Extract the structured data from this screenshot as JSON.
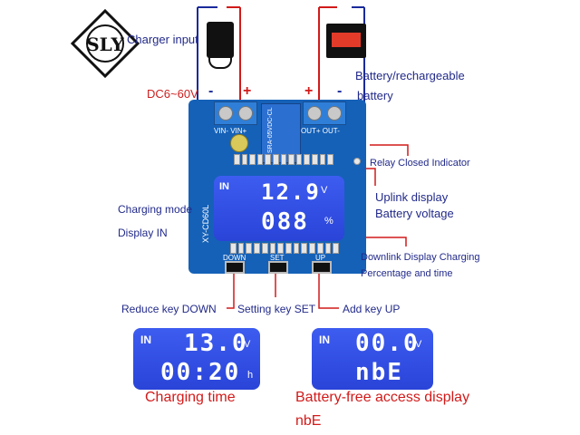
{
  "logo": {
    "text": "SLY"
  },
  "top_labels": {
    "charger_input": "Charger input",
    "battery": "Battery/rechargeable",
    "battery2": "battery",
    "voltage_range": "DC6~60V",
    "minus_left": "-",
    "plus_left": "+",
    "plus_right": "+",
    "minus_right": "-"
  },
  "board": {
    "term_left": "VIN- VIN+",
    "term_right": "OUT+ OUT-",
    "relay_text": "SRA-05VDC-CL",
    "model": "XY-CD60L",
    "btn_down": "DOWN",
    "btn_set": "SET",
    "btn_up": "UP",
    "lcd_in": "IN",
    "lcd_top": "12.9",
    "lcd_top_unit": "V",
    "lcd_bottom": "088",
    "lcd_bottom_unit": "%"
  },
  "callouts": {
    "relay": "Relay Closed Indicator",
    "charging_mode": "Charging mode",
    "display_in": "Display IN",
    "uplink1": "Uplink display",
    "uplink2": "Battery voltage",
    "downlink1": "Downlink Display Charging",
    "downlink2": "Percentage and time",
    "reduce": "Reduce key DOWN",
    "setting": "Setting key SET",
    "add": "Add key UP"
  },
  "lcd1": {
    "in": "IN",
    "top": "13.0",
    "top_unit": "V",
    "bottom": "00:20",
    "bottom_unit": "h",
    "caption": "Charging time"
  },
  "lcd2": {
    "in": "IN",
    "top": "00.0",
    "top_unit": "V",
    "bottom": "nbE",
    "caption": "Battery-free access display",
    "caption2": "nbE"
  }
}
